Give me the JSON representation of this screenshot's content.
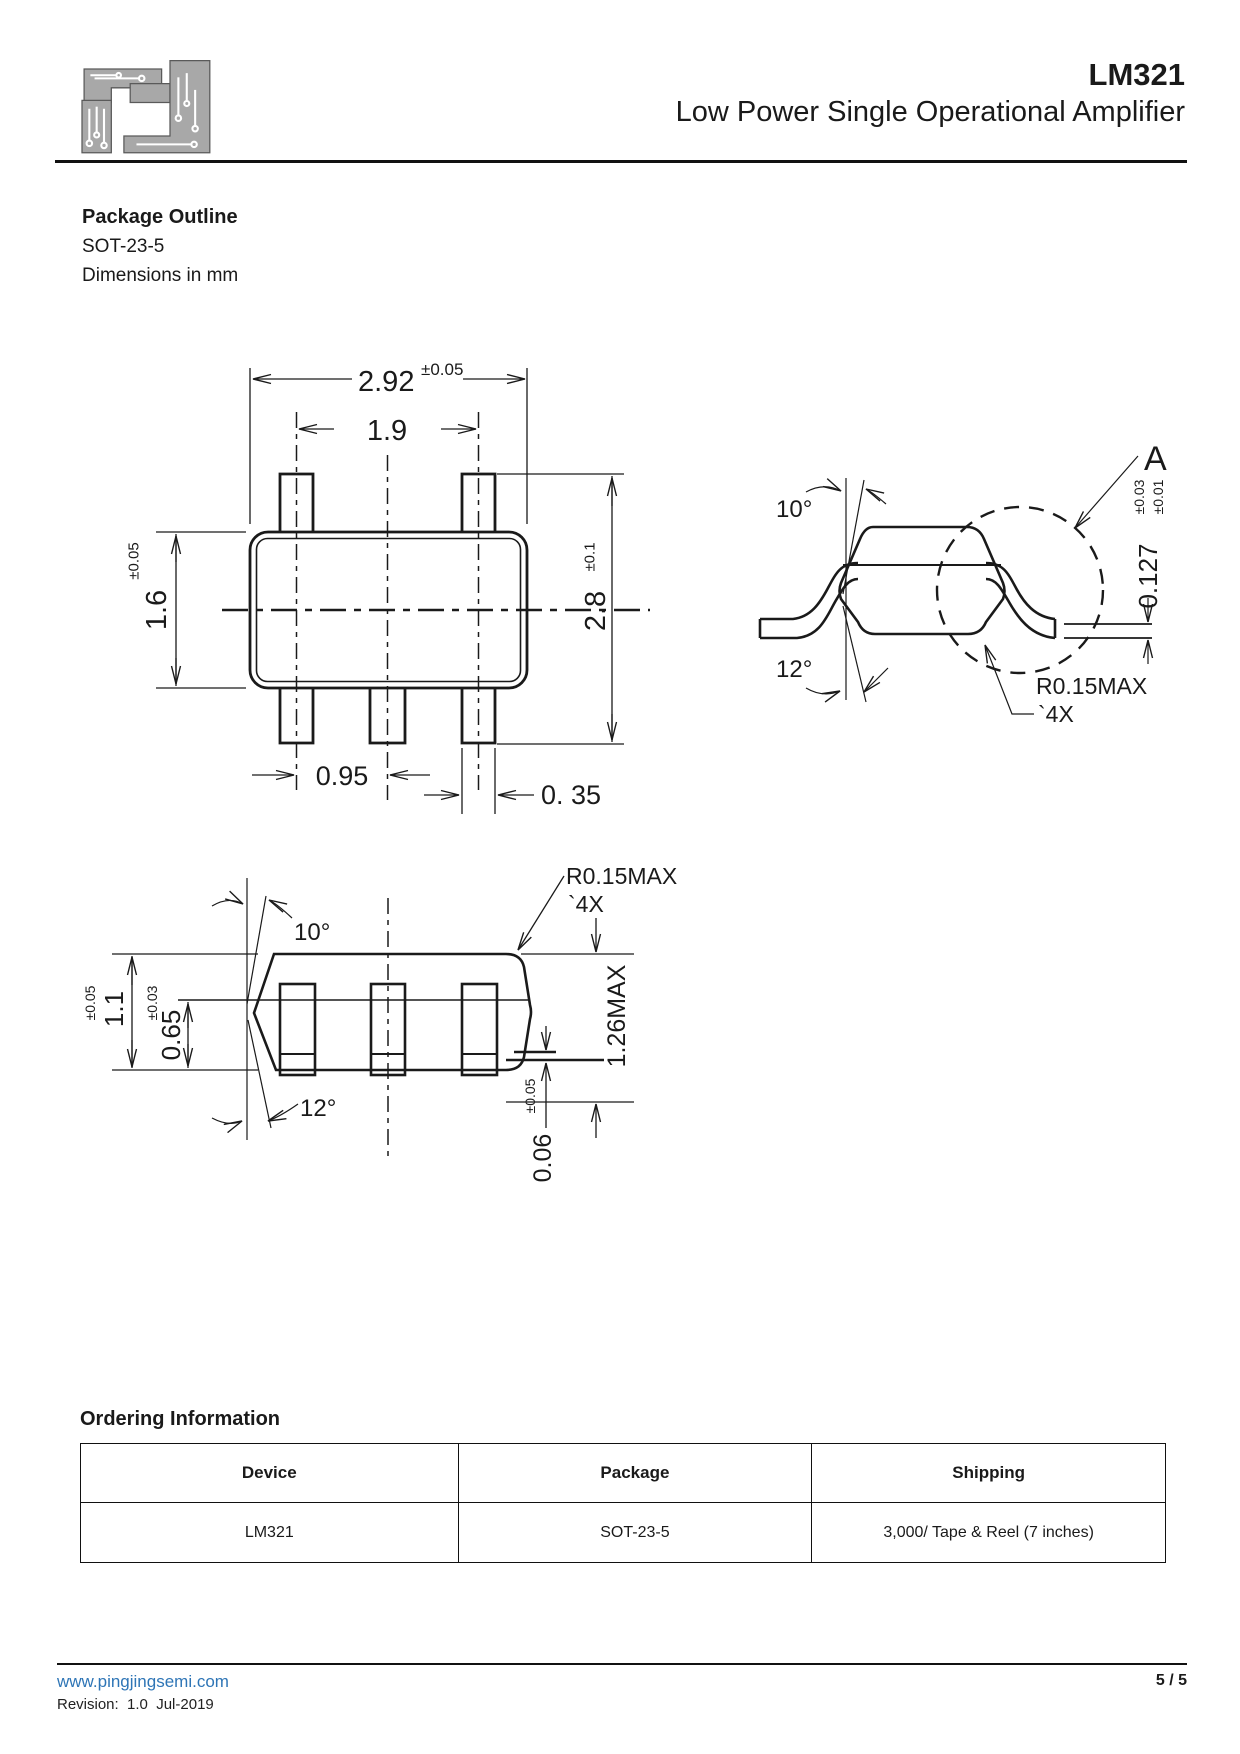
{
  "header": {
    "part_number": "LM321",
    "subtitle": "Low Power Single Operational Amplifier",
    "logo": "pingjing-circuit-logo"
  },
  "package_outline": {
    "heading": "Package Outline",
    "package": "SOT-23-5",
    "note": "Dimensions in mm"
  },
  "drawing": {
    "top_view": {
      "width": "2.92",
      "width_tol": "±0.05",
      "lead_span": "1.9",
      "body_depth": "1.6",
      "body_depth_tol": "±0.05",
      "overall_depth": "2.8",
      "overall_depth_tol": "±0.1",
      "lead_pitch": "0.95",
      "lead_width": "0. 35"
    },
    "side_view": {
      "top_angle": "10°",
      "bottom_angle": "12°",
      "detail_label": "A",
      "standoff": "0.127",
      "standoff_tol_plus": "±0.03",
      "standoff_tol_minus": "±0.01",
      "lead_radius": "R0.15MAX",
      "lead_radius_qty": "`4X"
    },
    "front_view": {
      "top_angle": "10°",
      "bottom_angle": "12°",
      "lead_radius": "R0.15MAX",
      "lead_radius_qty": "`4X",
      "body_thickness": "1.1",
      "body_thickness_tol": "±0.05",
      "lead_exit_height": "0.65",
      "lead_exit_height_tol": "±0.03",
      "max_height": "1.26MAX",
      "standoff": "0.06",
      "standoff_tol": "±0.05"
    }
  },
  "ordering": {
    "heading": "Ordering Information",
    "columns": [
      "Device",
      "Package",
      "Shipping"
    ],
    "rows": [
      [
        "LM321",
        "SOT-23-5",
        "3,000/ Tape & Reel (7 inches)"
      ]
    ]
  },
  "footer": {
    "website": "www.pingjingsemi.com",
    "page": "5 / 5",
    "revision_label": "Revision:  ",
    "revision": "1.0  Jul-2019"
  },
  "colors": {
    "link": "#2e75b6",
    "line_art": "#1a1a1a"
  }
}
